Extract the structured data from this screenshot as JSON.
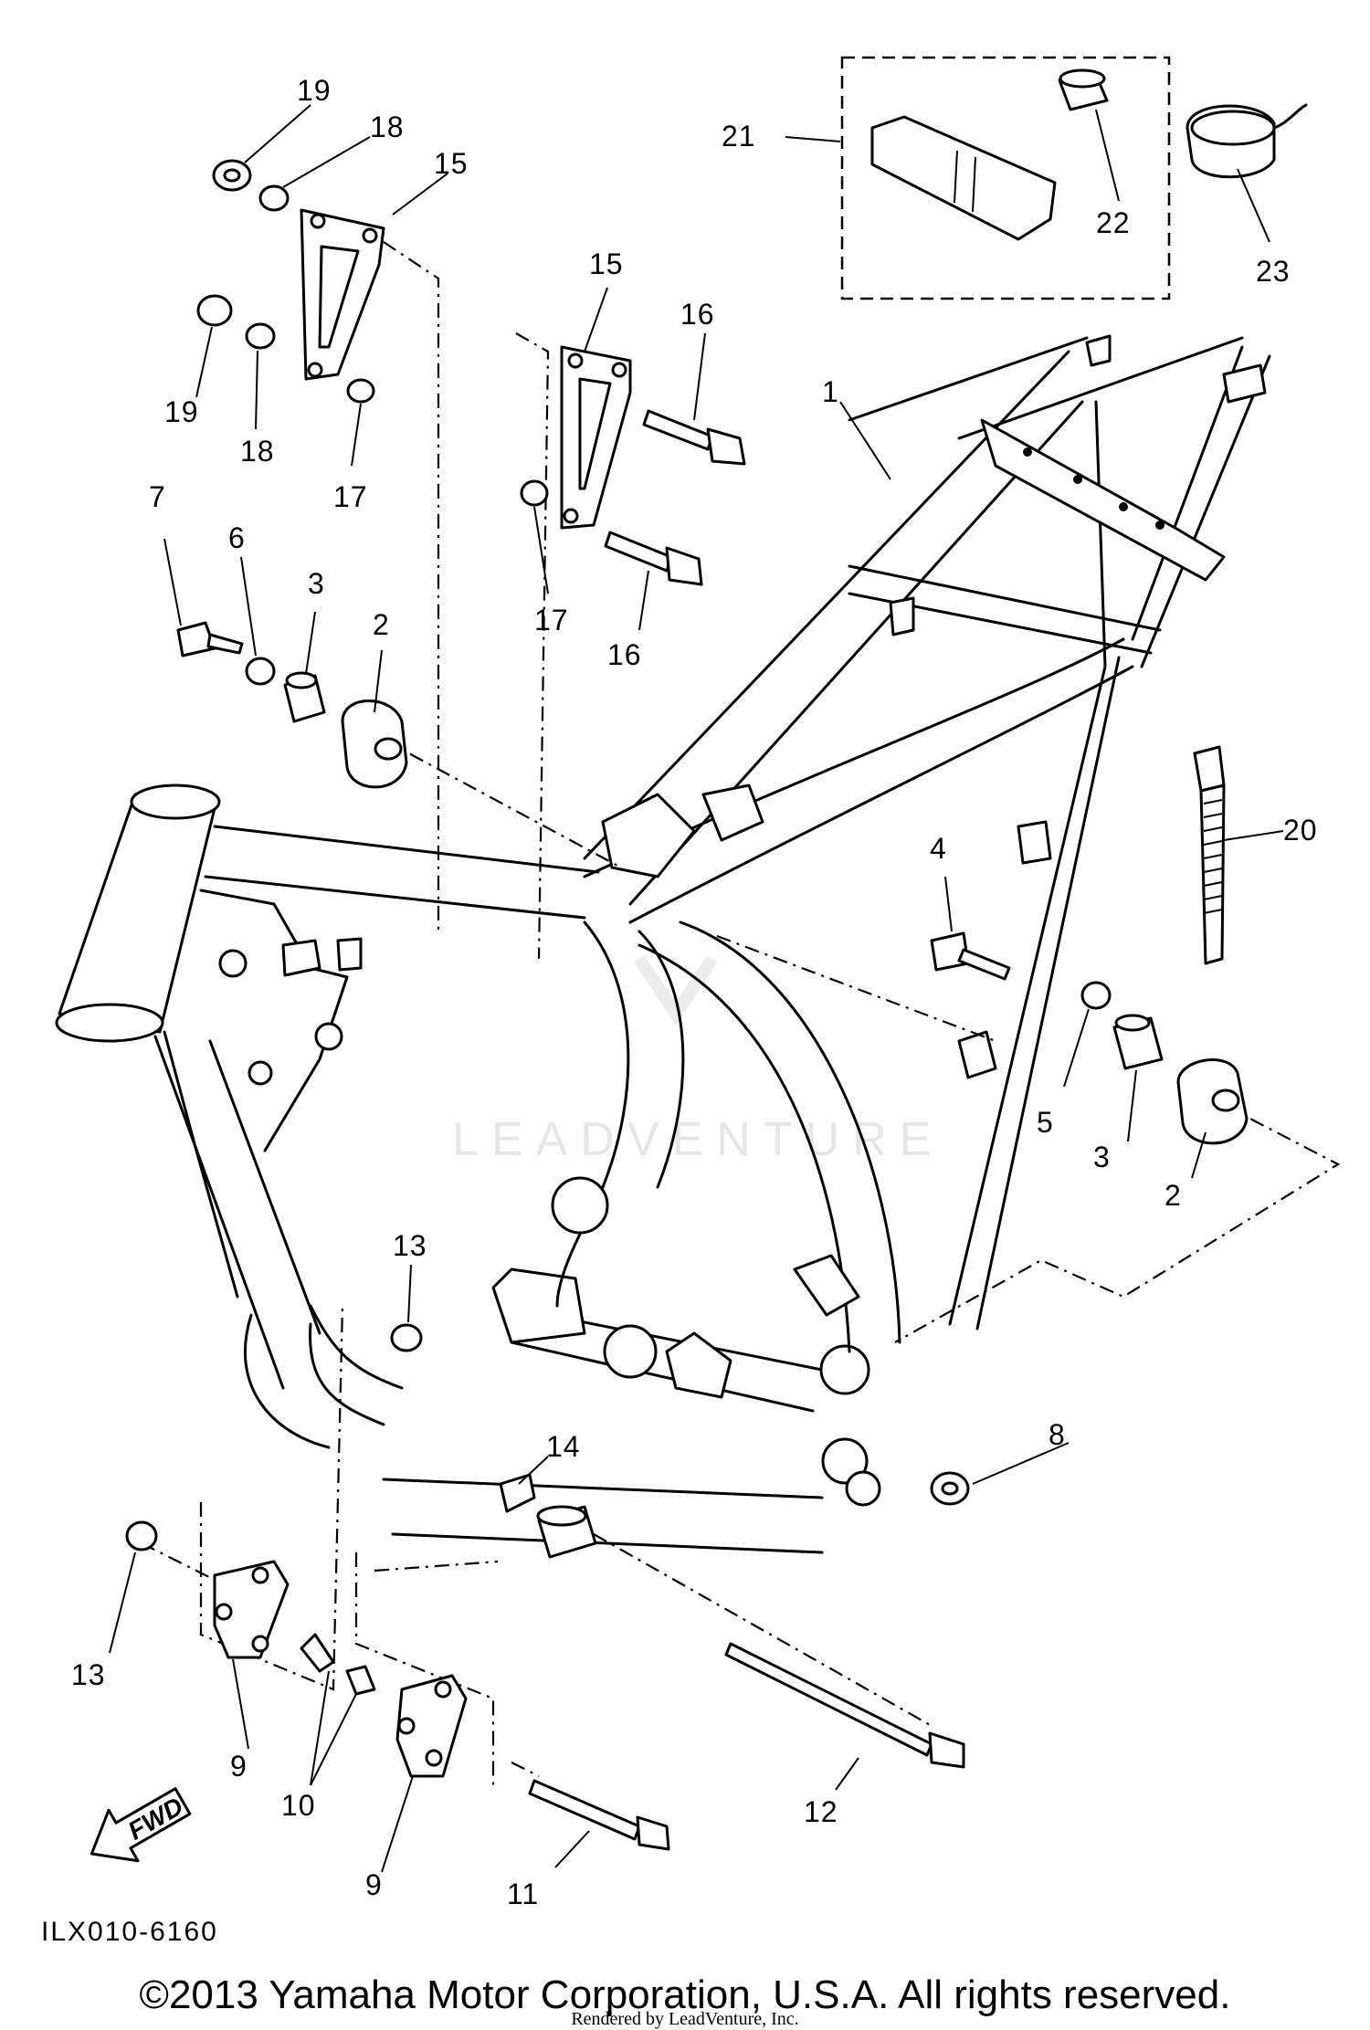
{
  "diagram": {
    "part_numbers": [
      "1",
      "2",
      "2",
      "3",
      "3",
      "4",
      "5",
      "6",
      "7",
      "8",
      "9",
      "9",
      "10",
      "11",
      "12",
      "13",
      "13",
      "14",
      "15",
      "15",
      "16",
      "16",
      "17",
      "17",
      "18",
      "18",
      "19",
      "19",
      "20",
      "21",
      "22",
      "23"
    ],
    "fwd_label": "FWD",
    "diagram_code": "ILX010-6160",
    "watermark": "LEADVENTURE"
  },
  "footer": {
    "copyright": "©2013 Yamaha Motor Corporation, U.S.A. All rights reserved.",
    "rendered_by": "Rendered by LeadVenture, Inc."
  }
}
